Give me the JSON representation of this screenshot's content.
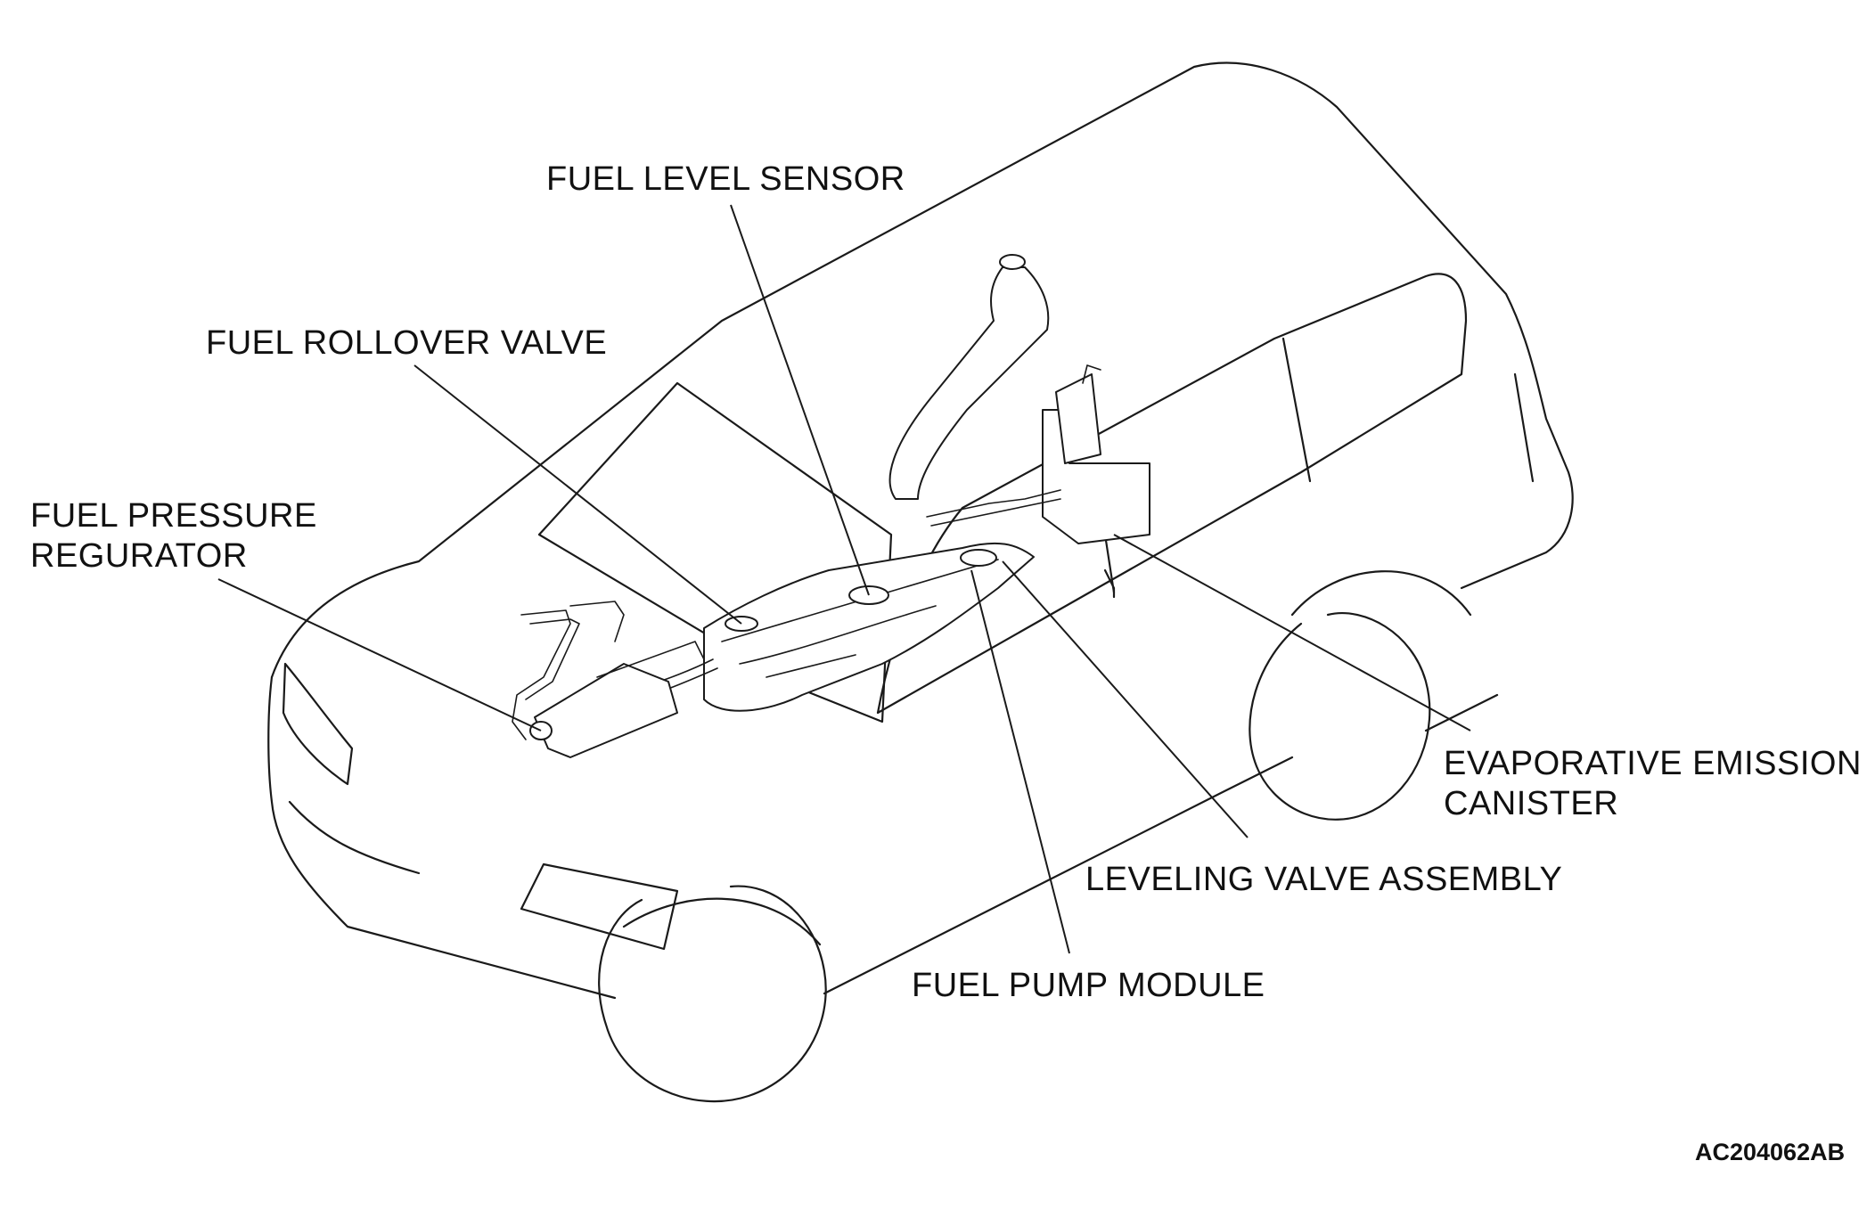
{
  "labels": {
    "fuel_level_sensor": "FUEL LEVEL SENSOR",
    "fuel_rollover_valve": "FUEL ROLLOVER VALVE",
    "fuel_pressure_regurator_line1": "FUEL PRESSURE",
    "fuel_pressure_regurator_line2": "REGURATOR",
    "evaporative_emission_canister_line1": "EVAPORATIVE EMISSION",
    "evaporative_emission_canister_line2": "CANISTER",
    "leveling_valve_assembly": "LEVELING VALVE ASSEMBLY",
    "fuel_pump_module": "FUEL PUMP MODULE"
  },
  "figure_code": "AC204062AB",
  "colors": {
    "line": "#1a1a1a",
    "background": "#ffffff"
  }
}
